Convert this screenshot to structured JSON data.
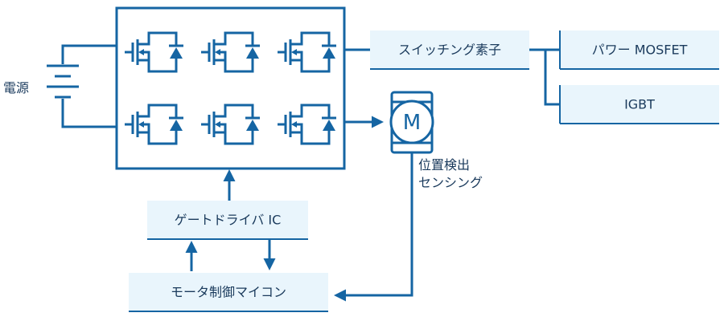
{
  "power_source_label": "電源",
  "switching_element_label": "スイッチング素子",
  "power_mosfet_label": "パワー MOSFET",
  "igbt_label": "IGBT",
  "motor_symbol": "M",
  "position_sensing_label": [
    "位置検出",
    "センシング"
  ],
  "gate_driver_label": "ゲートドライバ IC",
  "motor_mcu_label": "モータ制御マイコン",
  "colors": {
    "line": "#1565a3",
    "box_fill": "#e9f5fc",
    "text": "#1a3a5c"
  }
}
